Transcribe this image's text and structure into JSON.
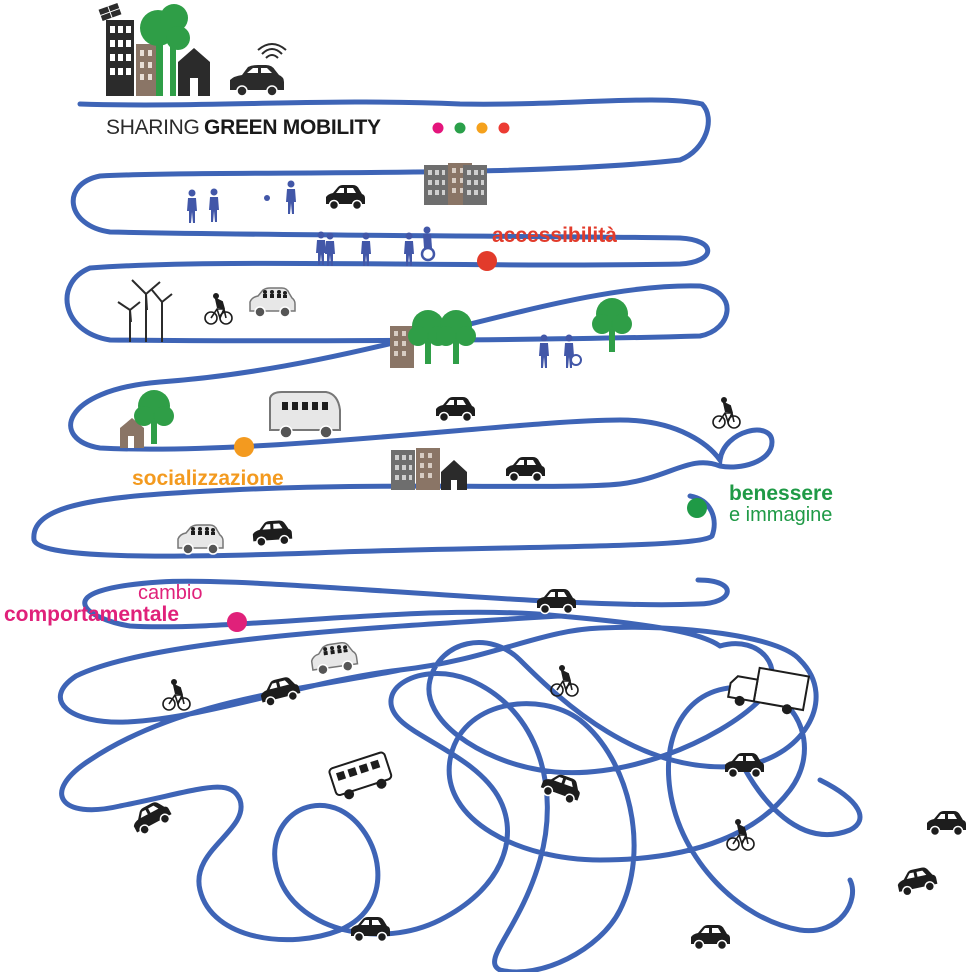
{
  "title": {
    "prefix": "SHARING",
    "main": "GREEN MOBILITY",
    "dots": [
      "#e4157c",
      "#2aa04a",
      "#f5a11c",
      "#ec3b33"
    ]
  },
  "colors": {
    "road": "#3e64b6",
    "figures": "#4257a8",
    "tree": "#2f9e47",
    "accessibility": "#e23b2b",
    "socialization": "#f39a1f",
    "wellbeing": "#1f9a46",
    "behaviour": "#e0217a"
  },
  "milestones": {
    "accessibility": {
      "label": "accessibilità"
    },
    "socialization": {
      "label": "socializzazione"
    },
    "wellbeing": {
      "label": "benessere",
      "sublabel": "e immagine"
    },
    "behaviour": {
      "label_top": "cambio",
      "label_main": "comportamentale"
    }
  },
  "icons": [
    "buildings-solar-icon",
    "tree-icon",
    "house-icon",
    "connected-car-icon",
    "walking-people-icon",
    "car-icon",
    "wheelchair-icon",
    "wind-turbine-icon",
    "bicycle-icon",
    "shared-car-icon",
    "minibus-icon",
    "truck-icon",
    "school-bus-icon"
  ]
}
